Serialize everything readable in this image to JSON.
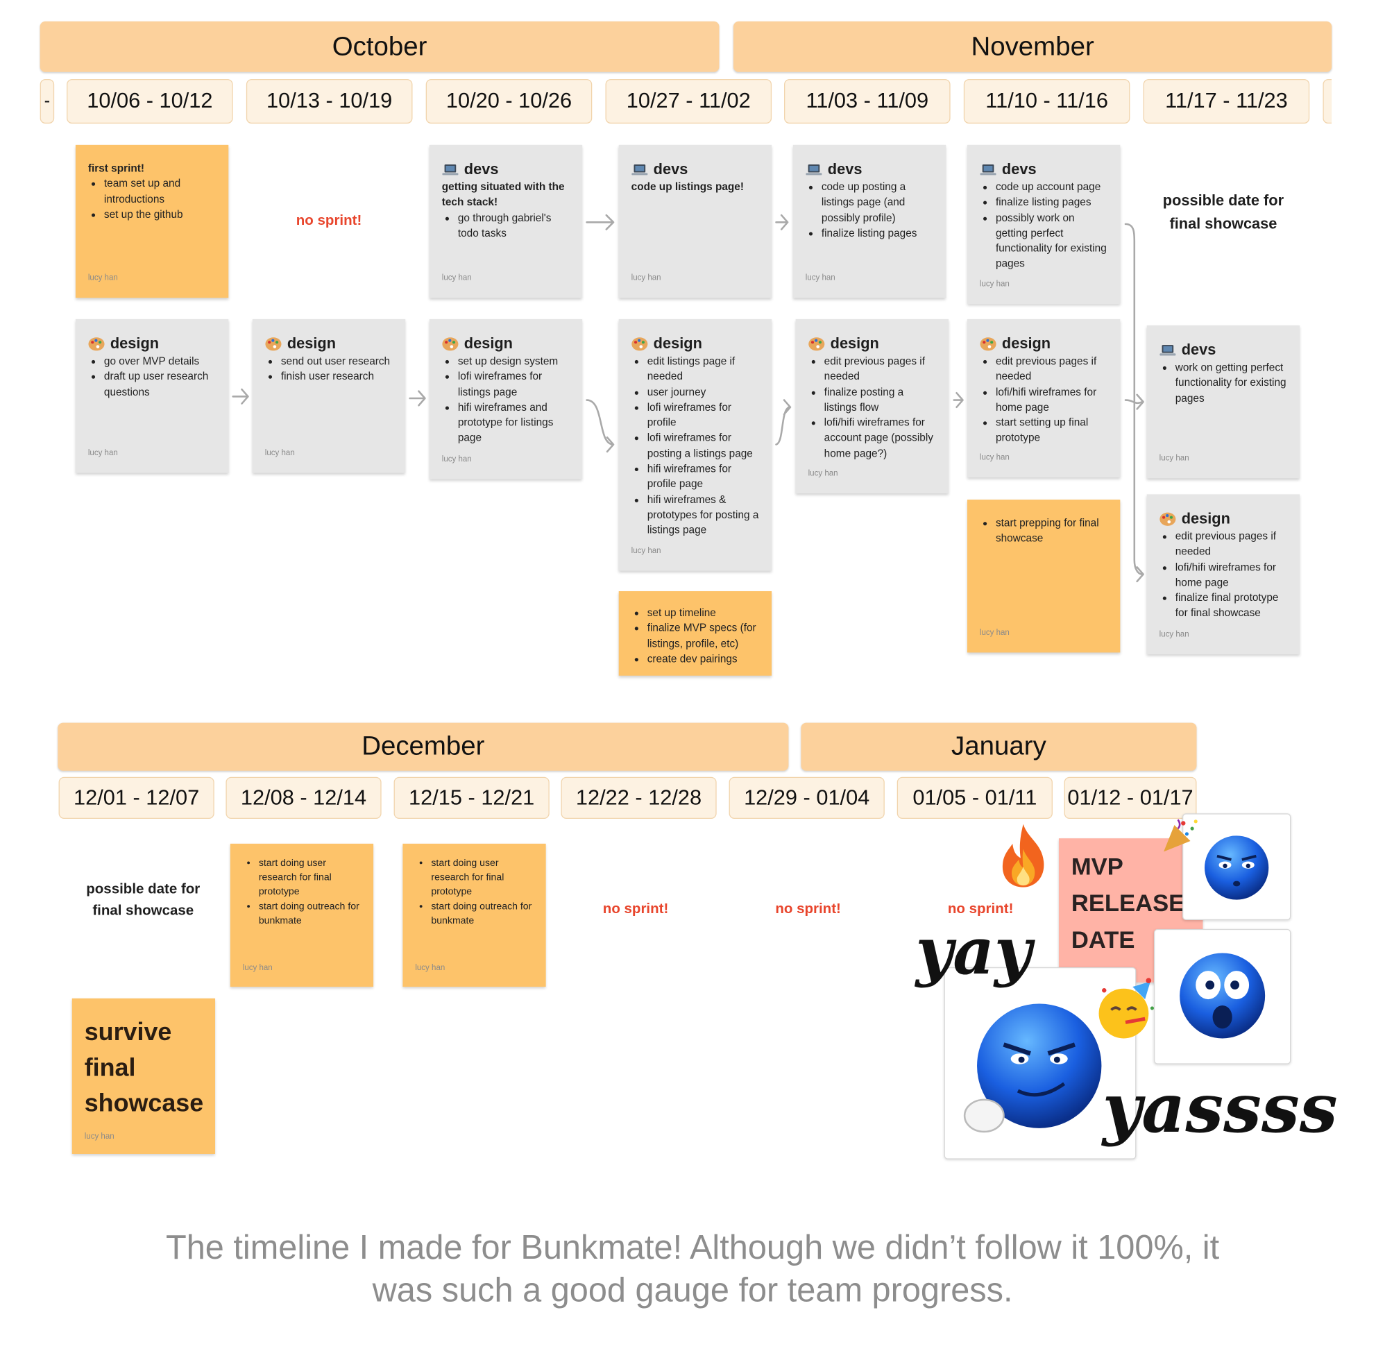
{
  "months_row1": [
    "October",
    "November"
  ],
  "weeks_row1": [
    "-",
    "10/06 - 10/12",
    "10/13 - 10/19",
    "10/20 - 10/26",
    "10/27 - 11/02",
    "11/03 - 11/09",
    "11/10 - 11/16",
    "11/17 - 11/23"
  ],
  "months_row2": [
    "December",
    "January"
  ],
  "weeks_row2": [
    "12/01 - 12/07",
    "12/08 - 12/14",
    "12/15 - 12/21",
    "12/22 - 12/28",
    "12/29 - 01/04",
    "01/05 - 01/11",
    "01/12 - 01/17"
  ],
  "author": "lucy han",
  "labels": {
    "devs": "devs",
    "design": "design"
  },
  "notes": {
    "n1": {
      "title": "first sprint!",
      "items": [
        "team set up and introductions",
        "set up the github"
      ]
    },
    "no_sprint": "no sprint!",
    "n3": {
      "subtitle": "getting situated with the tech stack!",
      "items": [
        "go through gabriel's todo tasks"
      ]
    },
    "n4": {
      "subtitle": "code up listings page!"
    },
    "n5": {
      "items": [
        "code up posting a listings page (and possibly profile)",
        "finalize listing pages"
      ]
    },
    "n6": {
      "items": [
        "code up account page",
        "finalize listing pages",
        "possibly work on getting perfect functionality for existing pages"
      ]
    },
    "possible_showcase": "possible date for final showcase",
    "d1": {
      "items": [
        "go over MVP details",
        "draft up user research questions"
      ]
    },
    "d2": {
      "items": [
        "send out user research",
        "finish user research"
      ]
    },
    "d3": {
      "items": [
        "set up design system",
        "lofi wireframes for listings page",
        "hifi wireframes and prototype for listings page"
      ]
    },
    "d4": {
      "items": [
        "edit listings page if needed",
        "user journey",
        "lofi wireframes for profile",
        "lofi wireframes for posting a listings page",
        "hifi wireframes for profile page",
        "hifi wireframes & prototypes for posting a listings page"
      ]
    },
    "d5": {
      "items": [
        "edit previous pages if needed",
        "finalize posting a listings flow",
        "lofi/hifi wireframes for account page (possibly home page?)"
      ]
    },
    "d6": {
      "items": [
        "edit previous pages if needed",
        "lofi/hifi wireframes for home page",
        "start setting up final prototype"
      ]
    },
    "dev7": {
      "items": [
        "work on getting perfect functionality for existing pages"
      ]
    },
    "d7": {
      "items": [
        "edit previous pages if needed",
        "lofi/hifi wireframes for home page",
        "finalize final prototype for final showcase"
      ]
    },
    "o1": {
      "items": [
        "set up timeline",
        "finalize MVP specs (for listings, profile, etc)",
        "create dev pairings"
      ]
    },
    "o2": {
      "items": [
        "start prepping for final showcase"
      ]
    },
    "dec1": {
      "items": [
        "start doing user research for final prototype",
        "start doing outreach for bunkmate"
      ]
    },
    "dec2": {
      "items": [
        "start doing user research for final prototype",
        "start doing outreach for bunkmate"
      ]
    },
    "survive": "survive final showcase",
    "mvp": "MVP RELEASE DATE",
    "yay": "yay",
    "yass": "yassss"
  },
  "caption": "The timeline I made for Bunkmate! Although we didn’t follow it 100%, it was such a good gauge for team progress.",
  "colors": {
    "month": "#fcd19c",
    "week": "#fdf2e2",
    "gray_note": "#e6e6e6",
    "orange_note": "#fdc36a",
    "no_sprint": "#e8452c",
    "mvp_note": "#ffb3a6"
  }
}
